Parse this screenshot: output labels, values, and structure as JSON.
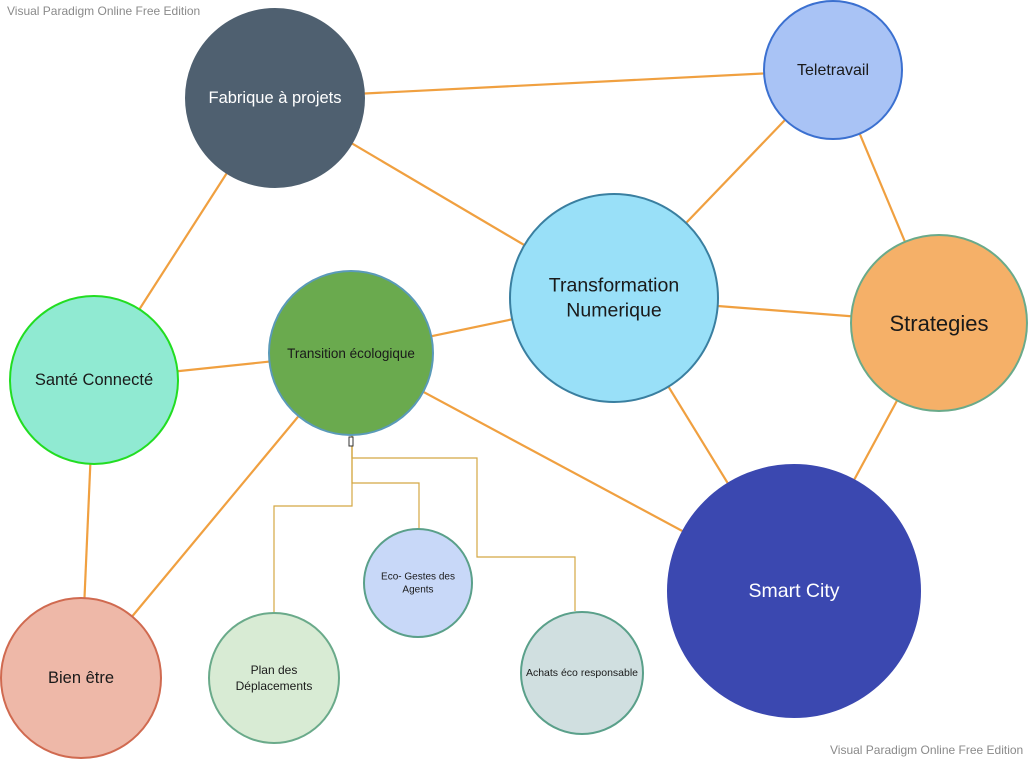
{
  "watermarks": {
    "top": "Visual Paradigm Online Free Edition",
    "bottom": "Visual Paradigm Online Free Edition"
  },
  "colors": {
    "edge": "#f0a040",
    "connector": "#d4a843"
  },
  "nodes": [
    {
      "id": "fabrique",
      "lines": [
        "Fabrique à projets"
      ],
      "fill": "#4f6070",
      "stroke": "#4f6070",
      "text_color": "#ffffff"
    },
    {
      "id": "teletravail",
      "lines": [
        "Teletravail"
      ],
      "fill": "#a9c3f5",
      "stroke": "#3b70d0",
      "text_color": "#1a1a1a"
    },
    {
      "id": "transformation",
      "lines": [
        "Transformation",
        "Numerique"
      ],
      "fill": "#99e0f8",
      "stroke": "#3a7fa0",
      "text_color": "#1a1a1a"
    },
    {
      "id": "strategies",
      "lines": [
        "Strategies"
      ],
      "fill": "#f5b068",
      "stroke": "#6aaa8a",
      "text_color": "#1a1a1a"
    },
    {
      "id": "sante",
      "lines": [
        "Santé Connecté"
      ],
      "fill": "#90ead2",
      "stroke": "#22dd22",
      "text_color": "#1a1a1a"
    },
    {
      "id": "transition",
      "lines": [
        "Transition écologique"
      ],
      "fill": "#6aaa4e",
      "stroke": "#5a9ab8",
      "text_color": "#1a1a1a"
    },
    {
      "id": "smartcity",
      "lines": [
        "Smart City"
      ],
      "fill": "#3b48b0",
      "stroke": "#3b48b0",
      "text_color": "#ffffff"
    },
    {
      "id": "bienetre",
      "lines": [
        "Bien être"
      ],
      "fill": "#eeb8a8",
      "stroke": "#d06a50",
      "text_color": "#1a1a1a"
    },
    {
      "id": "plan",
      "lines": [
        "Plan des",
        "Déplacements"
      ],
      "fill": "#d8ebd4",
      "stroke": "#6aaa8a",
      "text_color": "#1a1a1a"
    },
    {
      "id": "ecogestes",
      "lines": [
        "Eco- Gestes des",
        "Agents"
      ],
      "fill": "#c8d8f8",
      "stroke": "#5aa08a",
      "text_color": "#1a1a1a"
    },
    {
      "id": "achats",
      "lines": [
        "Achats éco responsable"
      ],
      "fill": "#d0dfe0",
      "stroke": "#5aa08a",
      "text_color": "#1a1a1a"
    }
  ],
  "edges": [
    [
      "fabrique",
      "teletravail"
    ],
    [
      "fabrique",
      "transformation"
    ],
    [
      "fabrique",
      "sante"
    ],
    [
      "teletravail",
      "transformation"
    ],
    [
      "teletravail",
      "strategies"
    ],
    [
      "transformation",
      "strategies"
    ],
    [
      "transformation",
      "transition"
    ],
    [
      "transformation",
      "smartcity"
    ],
    [
      "strategies",
      "smartcity"
    ],
    [
      "sante",
      "transition"
    ],
    [
      "sante",
      "bienetre"
    ],
    [
      "transition",
      "smartcity"
    ],
    [
      "transition",
      "bienetre"
    ]
  ],
  "tree": {
    "parent": "transition",
    "children": [
      "plan",
      "ecogestes",
      "achats"
    ]
  }
}
